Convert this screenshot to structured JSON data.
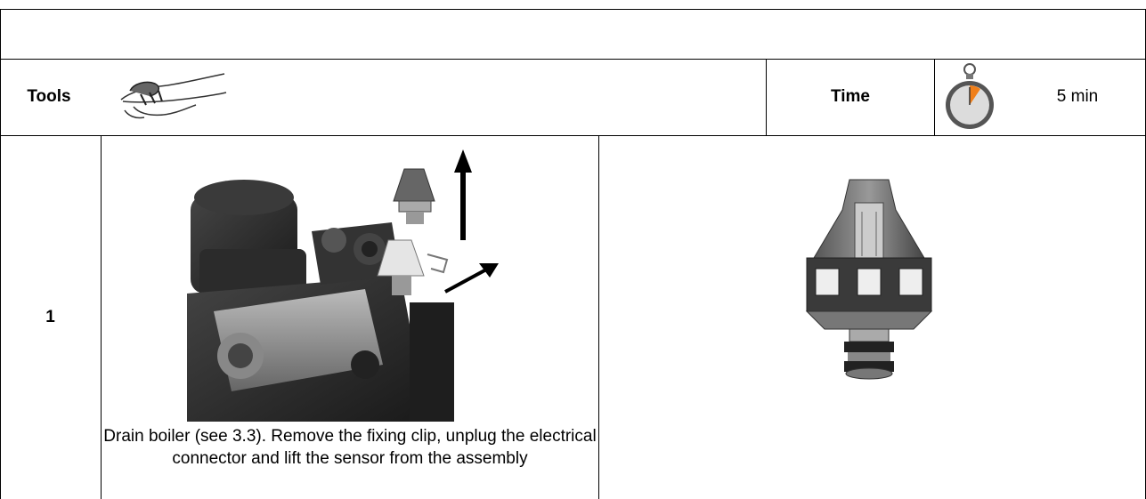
{
  "header": {
    "tools_label": "Tools",
    "tools_icon": "hand-icon",
    "time_label": "Time",
    "time_icon": "stopwatch-icon",
    "time_value": "5 min"
  },
  "step": {
    "number": "1",
    "caption": "Drain boiler (see 3.3). Remove the fixing clip, unplug the electrical connector and lift the sensor from the assembly"
  }
}
